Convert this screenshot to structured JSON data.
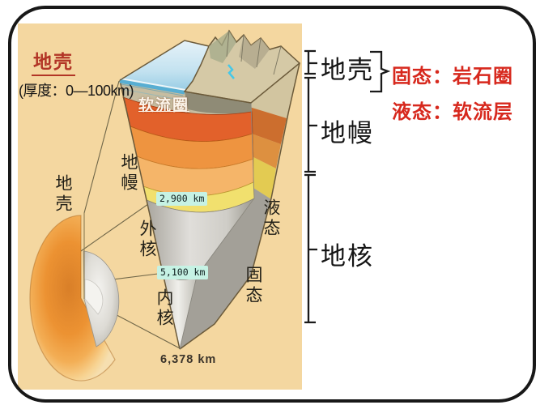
{
  "colors": {
    "background_tan": "#f4d7a0",
    "title_red": "#b23526",
    "annotation_red": "#d7281d",
    "depth_label_bg": "#c6f2e4",
    "asthenosphere_band": "#e2612b"
  },
  "diagram": {
    "title": "地壳",
    "title_note": "(厚度：0—100km)",
    "band_label": "软流圈",
    "depth_labels": {
      "d2900": "2,900 km",
      "d5100": "5,100 km",
      "d6378": "6,378 km"
    },
    "part_labels": {
      "crust": "地壳",
      "mantle": "地幔",
      "outer_core": "外核",
      "inner_core": "内核",
      "liquid": "液态",
      "solid": "固态"
    }
  },
  "legend": {
    "brackets": [
      {
        "label": "地壳"
      },
      {
        "label": "地幔"
      },
      {
        "label": "地核"
      }
    ],
    "annotations": [
      {
        "text": "固态：岩石圈"
      },
      {
        "text": "液态：软流层"
      }
    ]
  }
}
